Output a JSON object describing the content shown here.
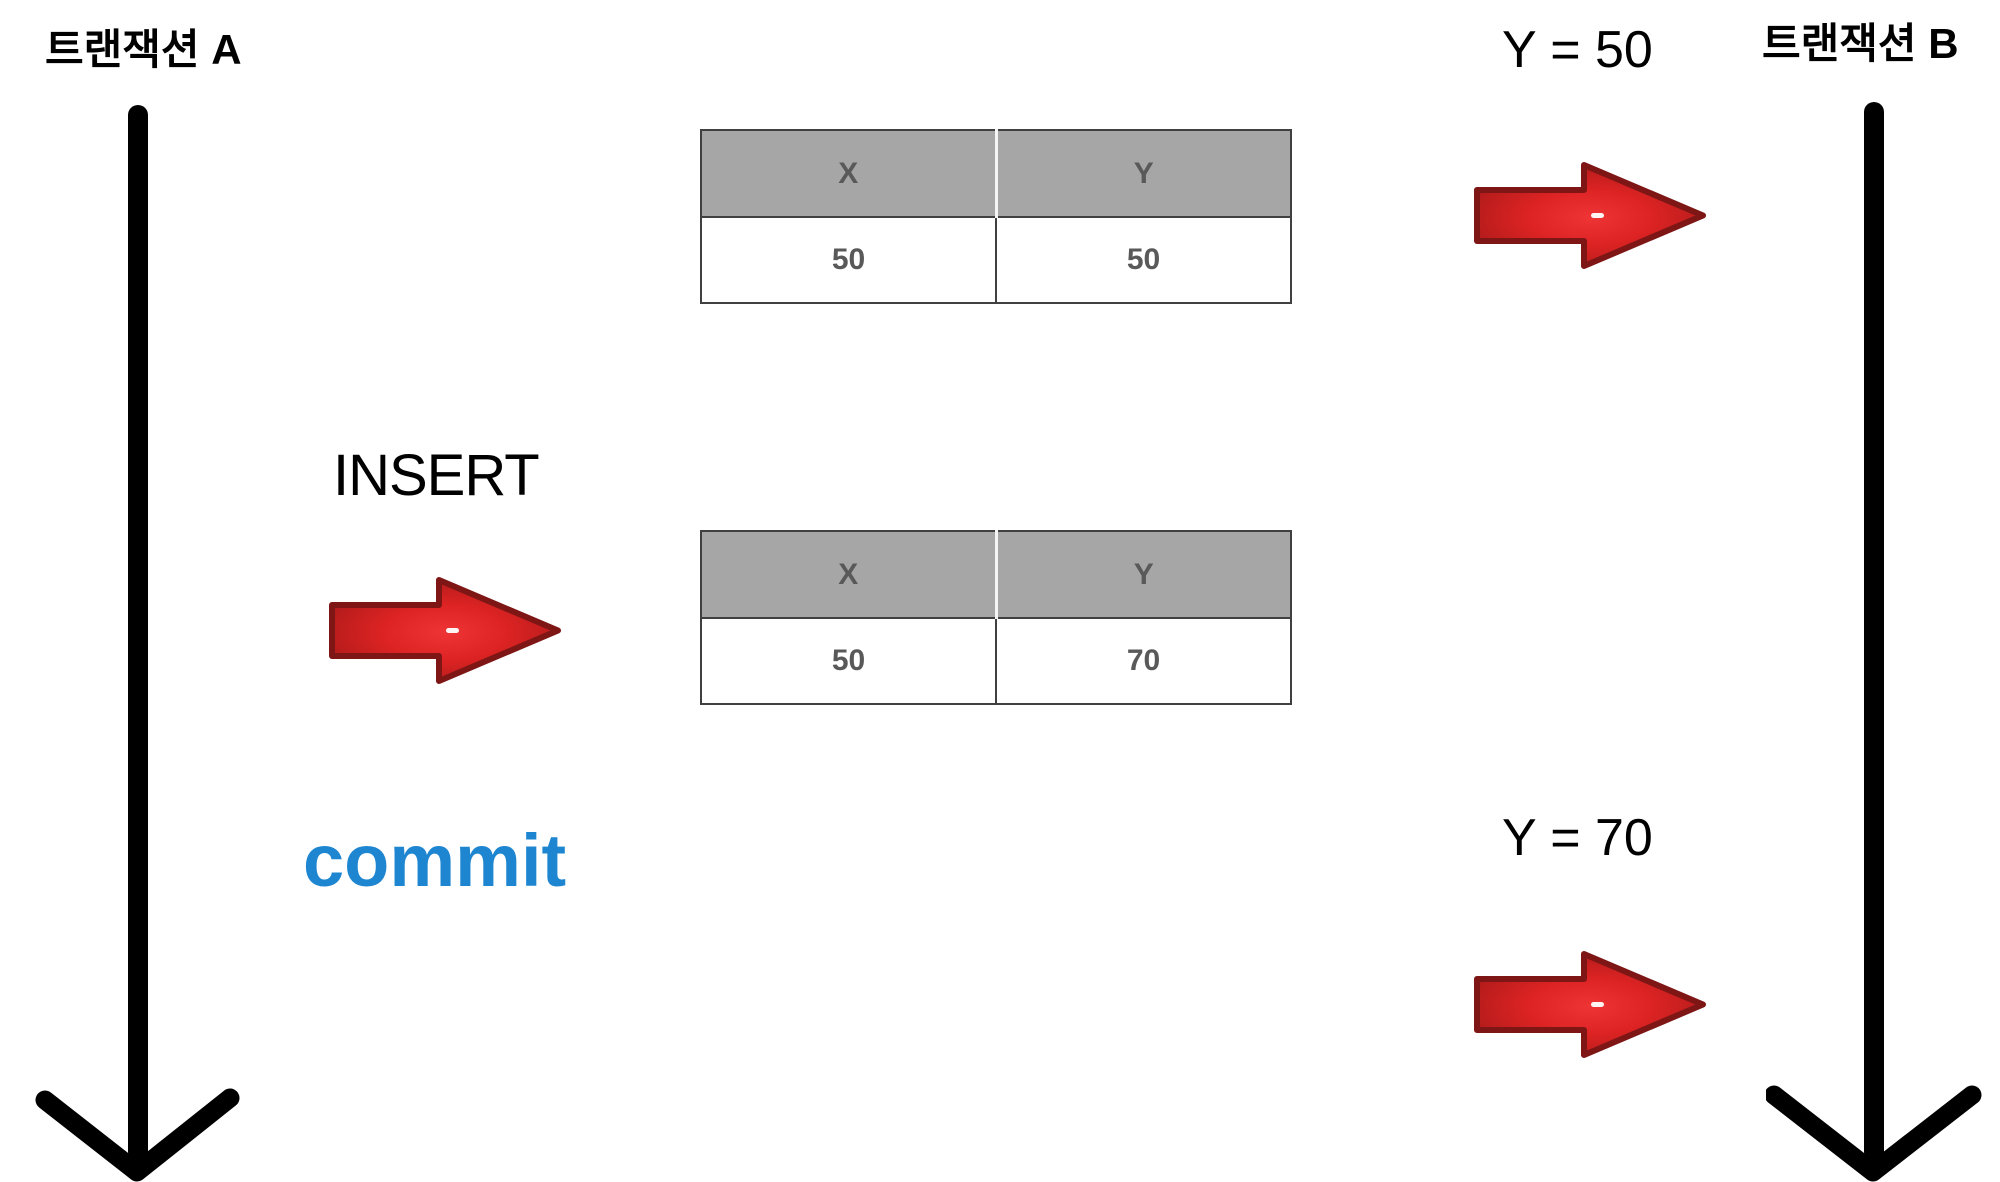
{
  "diagram": {
    "transaction_a_label": "트랜잭션 A",
    "transaction_b_label": "트랜잭션 B",
    "insert_label": "INSERT",
    "commit_label": "commit",
    "read_before_label": "Y = 50",
    "read_after_label": "Y = 70"
  },
  "tables": {
    "before": {
      "headers": [
        "X",
        "Y"
      ],
      "rows": [
        [
          "50",
          "50"
        ]
      ]
    },
    "after": {
      "headers": [
        "X",
        "Y"
      ],
      "rows": [
        [
          "50",
          "70"
        ]
      ]
    }
  },
  "colors": {
    "commit_blue": "#1e86d1",
    "changed_value_red": "#e8392b",
    "arrow_red_center": "#ed2f2f",
    "arrow_red_edge": "#7e1616",
    "table_header_gray": "#a6a6a6",
    "table_text_gray": "#595959",
    "timeline_black": "#000000"
  }
}
